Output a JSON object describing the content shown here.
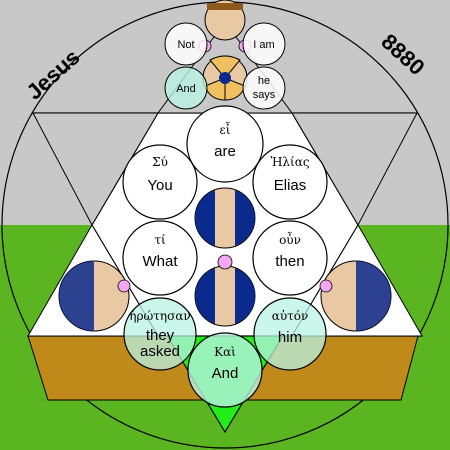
{
  "labels": {
    "left_word": "Jesus",
    "right_number": "8880"
  },
  "colors": {
    "sky": "#c8c8c8",
    "field": "#5ab521",
    "brown": "#c08a1a",
    "green": "#22ee1a",
    "white": "#ffffff",
    "outline": "#000000",
    "face": "#e9c9a3",
    "navy": "#0b2a8e",
    "pink": "#f4a6f2",
    "hair": "#8b5a1c",
    "mint": "#b9f3e4"
  },
  "top_figure": {
    "words": {
      "left_top": "Not",
      "right_top": "I am",
      "left_bottom": "And",
      "right_bottom_1": "he",
      "right_bottom_2": "says"
    }
  },
  "verse_circles": {
    "are": {
      "greek": "εἶ",
      "english": "are"
    },
    "you": {
      "greek": "Σύ",
      "english": "You"
    },
    "elias": {
      "greek": "Ἠλίας",
      "english": "Elias"
    },
    "what": {
      "greek": "τί",
      "english": "What"
    },
    "then": {
      "greek": "οὖν",
      "english": "then"
    },
    "asked": {
      "greek": "ἠρώτησαν",
      "english_1": "they",
      "english_2": "asked"
    },
    "him": {
      "greek": "αὐτόν",
      "english": "him"
    },
    "and": {
      "greek": "Καὶ",
      "english": "And"
    }
  }
}
